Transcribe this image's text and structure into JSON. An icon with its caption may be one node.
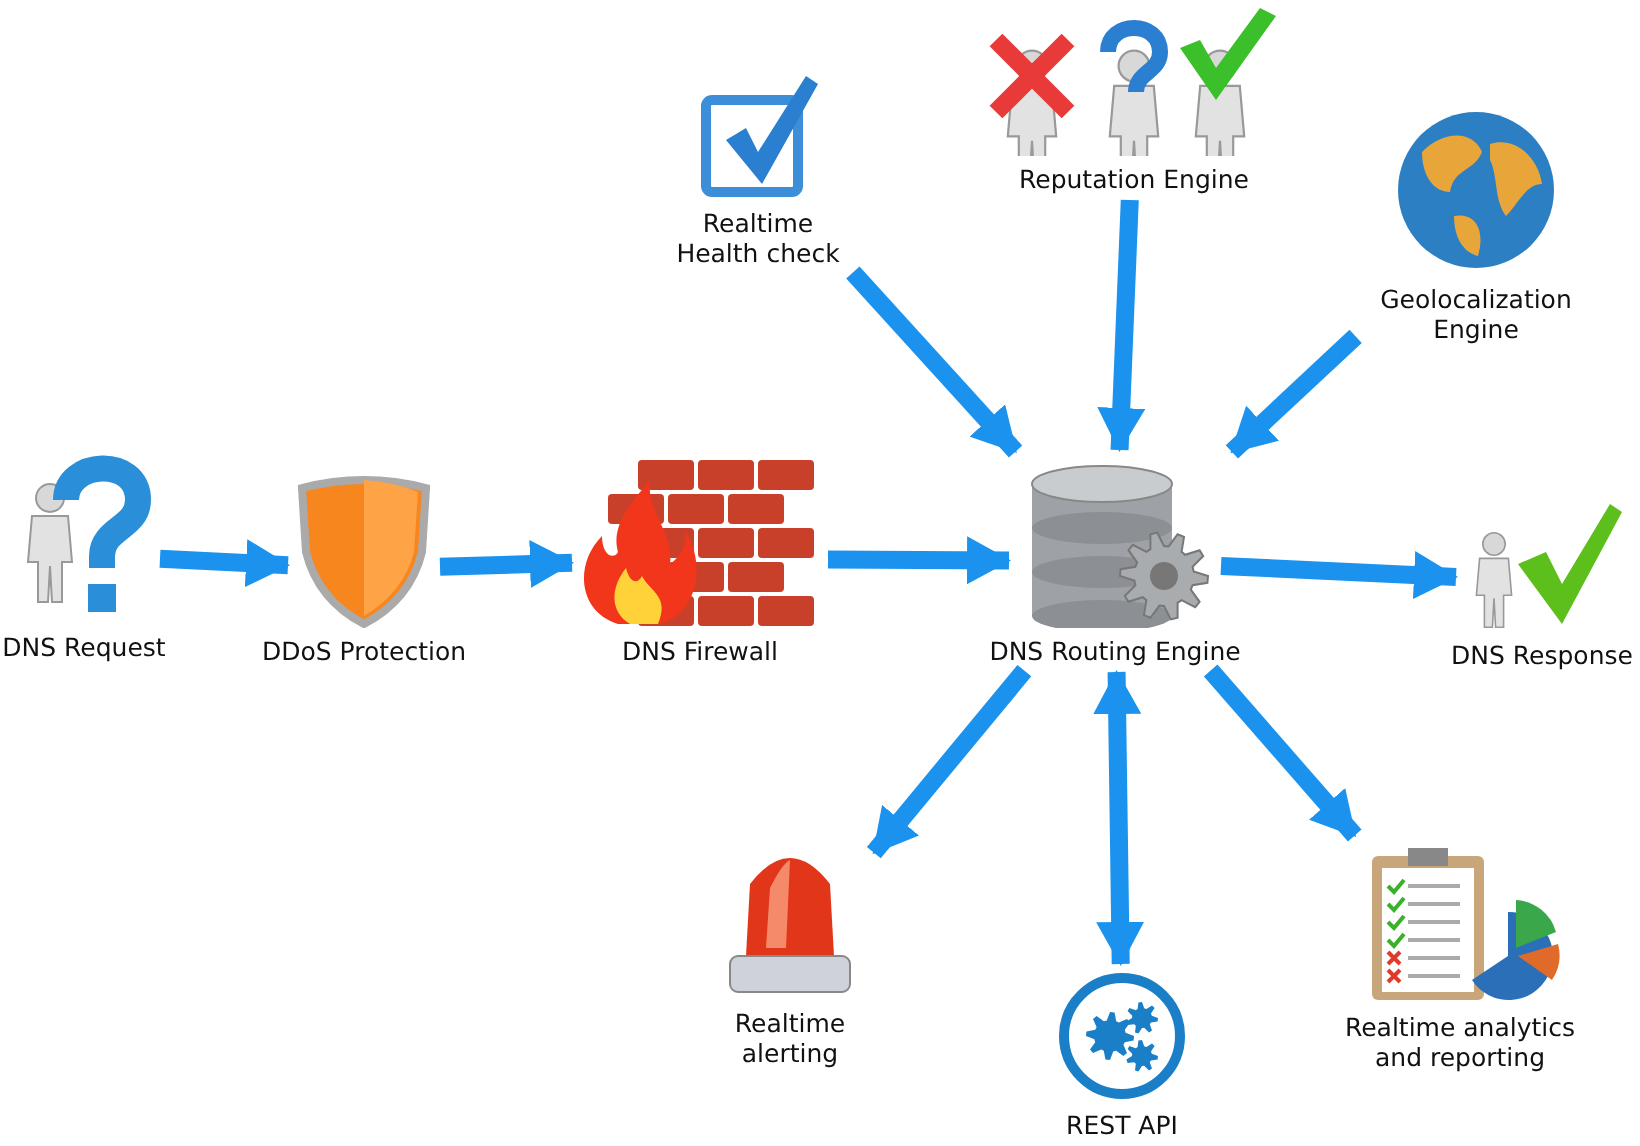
{
  "diagram": {
    "nodes": [
      {
        "text": [
          "DNS Request"
        ]
      },
      {
        "text": [
          "DDoS Protection"
        ]
      },
      {
        "text": [
          "DNS Firewall"
        ]
      },
      {
        "text": [
          "DNS Routing Engine"
        ]
      },
      {
        "text": [
          "DNS Response"
        ]
      },
      {
        "text": [
          "Realtime Health check"
        ]
      },
      {
        "text": [
          "Reputation Engine"
        ]
      },
      {
        "text": [
          "Geolocalization Engine"
        ]
      },
      {
        "text": [
          "Realtime alerting"
        ]
      },
      {
        "text": [
          "REST API"
        ]
      },
      {
        "text": [
          "Realtime analytics and reporting"
        ]
      }
    ],
    "edges": [
      {
        "from": 0,
        "to": 1,
        "arrow": "to"
      },
      {
        "from": 1,
        "to": 2,
        "arrow": "to"
      },
      {
        "from": 2,
        "to": 3,
        "arrow": "to"
      },
      {
        "from": 3,
        "to": 4,
        "arrow": "to"
      },
      {
        "from": 5,
        "to": 3,
        "arrow": "to"
      },
      {
        "from": 6,
        "to": 3,
        "arrow": "to"
      },
      {
        "from": 7,
        "to": 3,
        "arrow": "to"
      },
      {
        "from": 3,
        "to": 8,
        "arrow": "to"
      },
      {
        "from": 3,
        "to": 9,
        "arrow": "both"
      },
      {
        "from": 3,
        "to": 10,
        "arrow": "to"
      }
    ]
  }
}
